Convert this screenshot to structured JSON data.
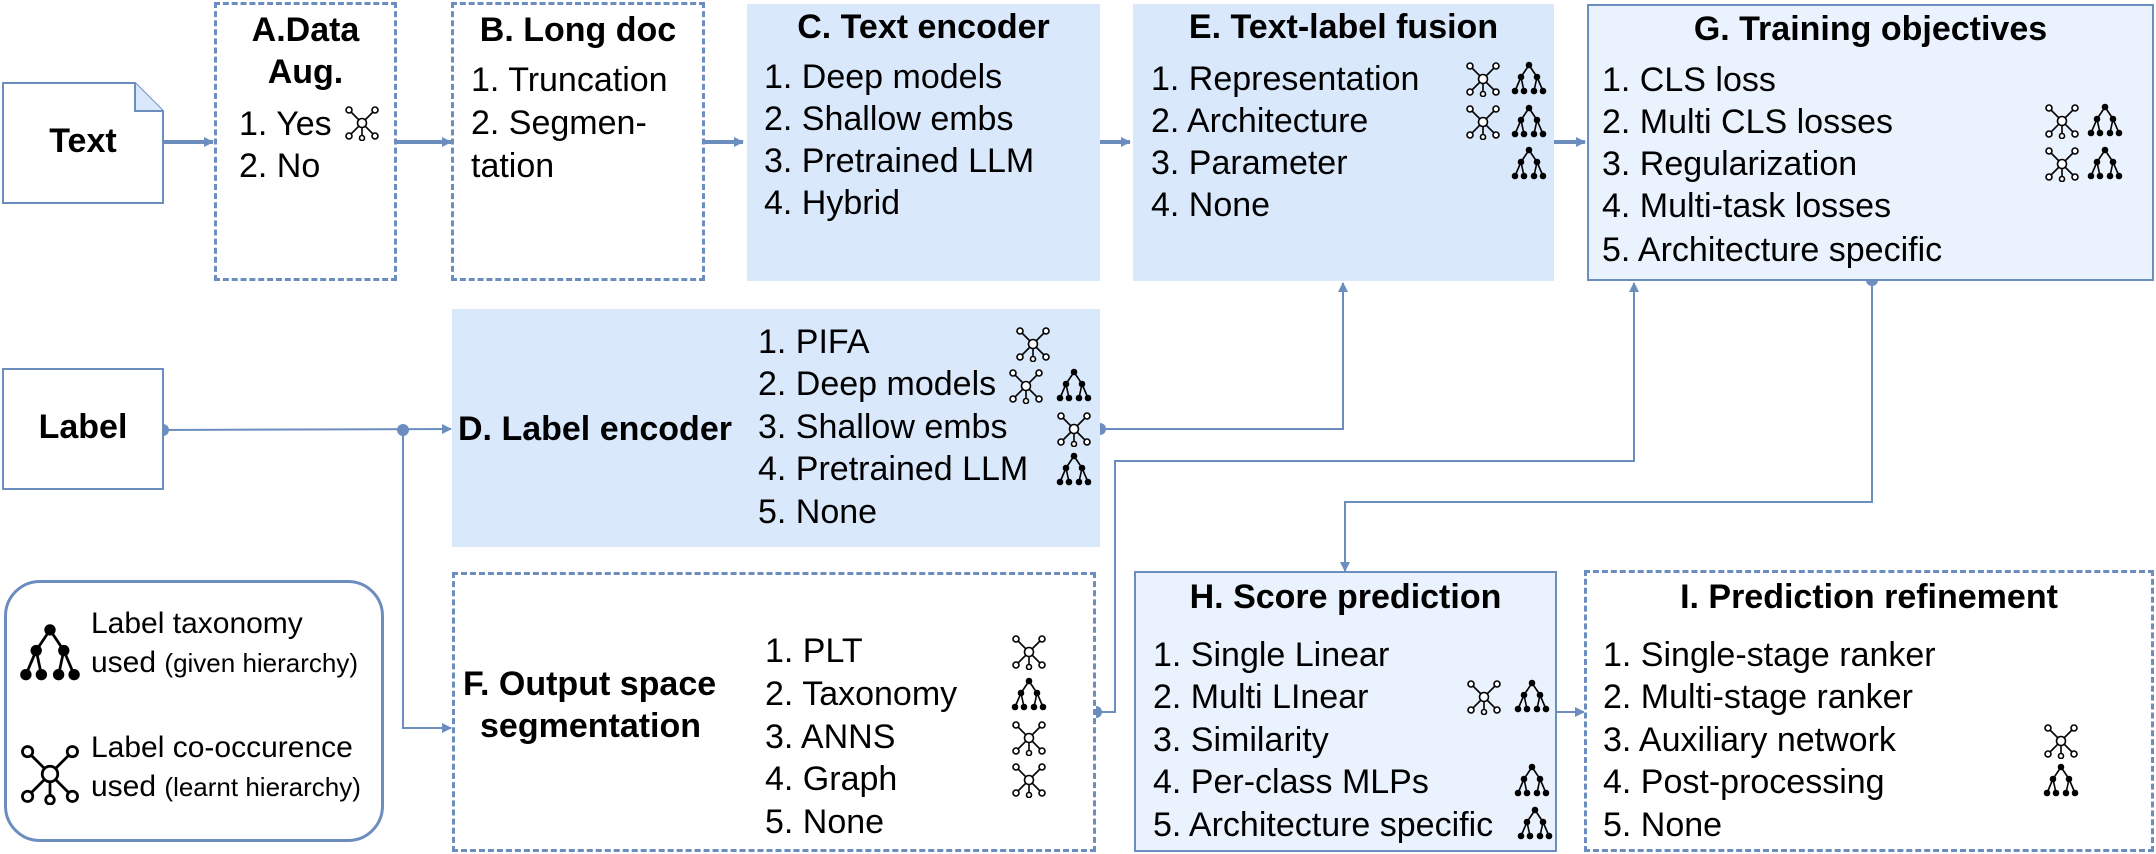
{
  "inputs": {
    "text": "Text",
    "label": "Label"
  },
  "data_aug": {
    "title_line1": "A.Data",
    "title_line2": "Aug.",
    "items": [
      "1. Yes",
      "2. No"
    ]
  },
  "long_doc": {
    "title": "B. Long doc",
    "items": [
      "1. Truncation",
      "2. Segmen-",
      "tation"
    ]
  },
  "text_encoder": {
    "title": "C. Text encoder",
    "items": [
      "1. Deep models",
      "2. Shallow embs",
      "3. Pretrained LLM",
      "4. Hybrid"
    ]
  },
  "label_encoder": {
    "title": "D. Label encoder",
    "items": [
      "1. PIFA",
      "2. Deep models",
      "3. Shallow embs",
      "4. Pretrained LLM",
      "5. None"
    ]
  },
  "fusion": {
    "title": "E. Text-label fusion",
    "items": [
      "1. Representation",
      "2. Architecture",
      "3. Parameter",
      "4. None"
    ]
  },
  "output_seg": {
    "title_line1": "F. Output space",
    "title_line2": "segmentation",
    "items": [
      "1. PLT",
      "2. Taxonomy",
      "3. ANNS",
      "4. Graph",
      "5. None"
    ]
  },
  "objectives": {
    "title": "G. Training objectives",
    "items": [
      "1. CLS loss",
      "2. Multi CLS losses",
      "3. Regularization",
      "4. Multi-task losses",
      "5. Architecture specific"
    ]
  },
  "score": {
    "title": "H. Score prediction",
    "items": [
      "1. Single Linear",
      "2. Multi LInear",
      "3. Similarity",
      "4. Per-class MLPs",
      "5. Architecture specific"
    ]
  },
  "refine": {
    "title": "I. Prediction refinement",
    "items": [
      "1. Single-stage ranker",
      "2. Multi-stage ranker",
      "3. Auxiliary network",
      "4. Post-processing",
      "5. None"
    ]
  },
  "legend": {
    "taxonomy_line1": "Label taxonomy",
    "taxonomy_line2": "used",
    "taxonomy_note": "(given hierarchy)",
    "cooc_line1": "Label co-occurence",
    "cooc_line2": "used",
    "cooc_note": "(learnt hierarchy)"
  },
  "icons": {
    "tree": "taxonomy-tree-icon",
    "graph": "co-occurrence-graph-icon"
  },
  "colors": {
    "accent": "#6c8ebf",
    "fill": "#dae8fc",
    "light_fill": "#eaf2fd"
  }
}
